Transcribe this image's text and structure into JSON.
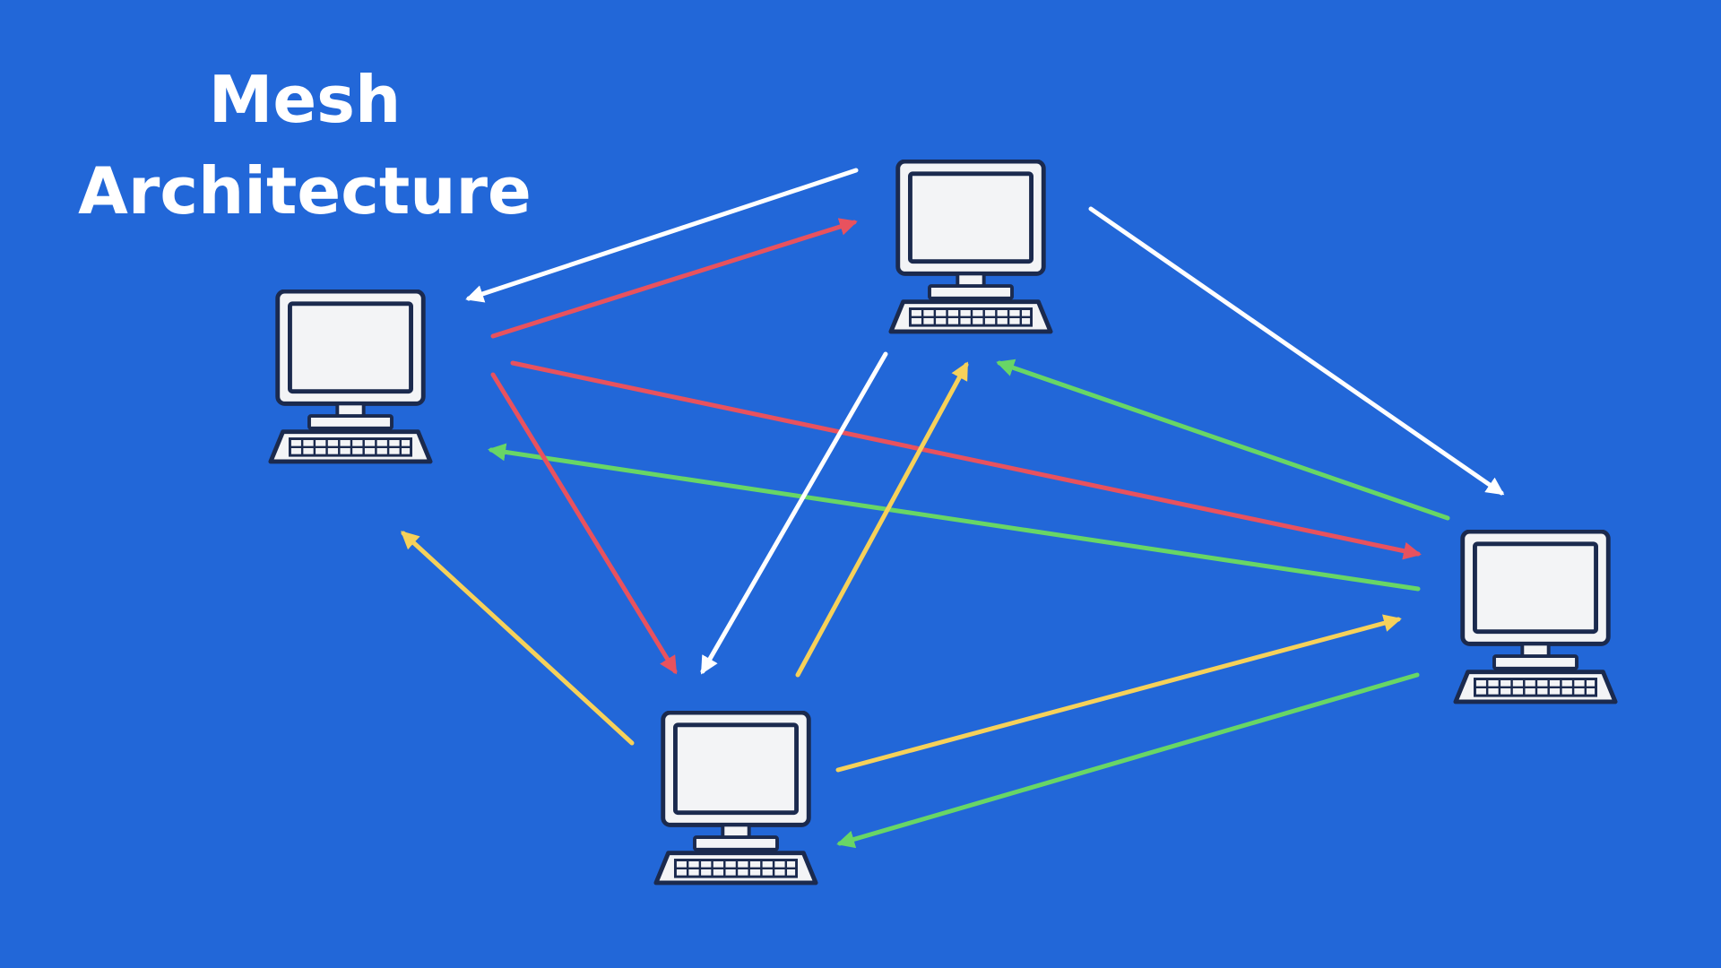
{
  "title": {
    "line1": "Mesh",
    "line2": "Architecture"
  },
  "colors": {
    "background": "#2267d8",
    "white": "#ffffff",
    "red": "#e8525e",
    "green": "#68d666",
    "yellow": "#f6d15a",
    "device_outline": "#1b2a4e",
    "device_fill": "#f3f4f6"
  },
  "nodes": [
    {
      "id": "left",
      "icon": "desktop-computer-icon"
    },
    {
      "id": "top",
      "icon": "desktop-computer-icon"
    },
    {
      "id": "right",
      "icon": "desktop-computer-icon"
    },
    {
      "id": "bottom",
      "icon": "desktop-computer-icon"
    }
  ],
  "connections": [
    {
      "from": "top",
      "to": "left",
      "color": "white"
    },
    {
      "from": "left",
      "to": "top",
      "color": "red"
    },
    {
      "from": "top",
      "to": "right",
      "color": "white"
    },
    {
      "from": "left",
      "to": "right",
      "color": "red"
    },
    {
      "from": "right",
      "to": "left",
      "color": "green"
    },
    {
      "from": "left",
      "to": "bottom",
      "color": "red"
    },
    {
      "from": "top",
      "to": "bottom",
      "color": "white"
    },
    {
      "from": "bottom",
      "to": "top",
      "color": "yellow"
    },
    {
      "from": "right",
      "to": "top",
      "color": "green"
    },
    {
      "from": "bottom",
      "to": "left",
      "color": "yellow"
    },
    {
      "from": "bottom",
      "to": "right",
      "color": "yellow"
    },
    {
      "from": "right",
      "to": "bottom",
      "color": "green"
    }
  ]
}
